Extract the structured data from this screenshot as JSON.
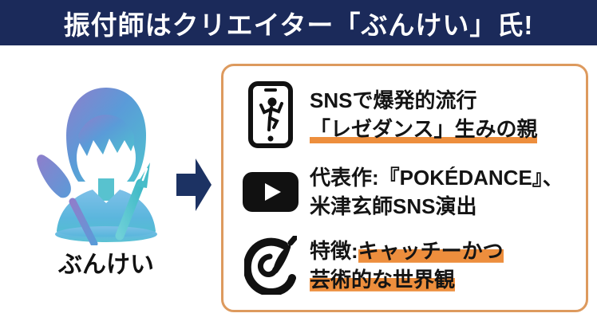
{
  "header": {
    "title": "振付師はクリエイター「ぶんけい」氏!"
  },
  "profile": {
    "name": "ぶんけい",
    "avatar": "watercolor-creator-bust-with-paintbrush-and-pen"
  },
  "panel": {
    "items": [
      {
        "icon": "smartphone-dancer-icon",
        "line1": "SNSで爆発的流行",
        "line2": "「レゼダンス」生みの親"
      },
      {
        "icon": "youtube-play-icon",
        "line1": "代表作:『POKÉDANCE』、",
        "line2": "米津玄師SNS演出"
      },
      {
        "icon": "paint-swirl-brush-icon",
        "line1_prefix": "特徴:",
        "line1_highlight": "キャッチーかつ",
        "line2_highlight": "芸術的な世界観"
      }
    ]
  },
  "colors": {
    "banner_navy": "#1b2a5a",
    "arrow_navy": "#1c3263",
    "orange_accent": "#ed8e3d",
    "panel_border": "#dd9a5e",
    "text_black": "#141414",
    "watercolor_blue": "#5a9bd8",
    "watercolor_teal": "#4fc3cf",
    "watercolor_purple": "#8f7ecb"
  }
}
